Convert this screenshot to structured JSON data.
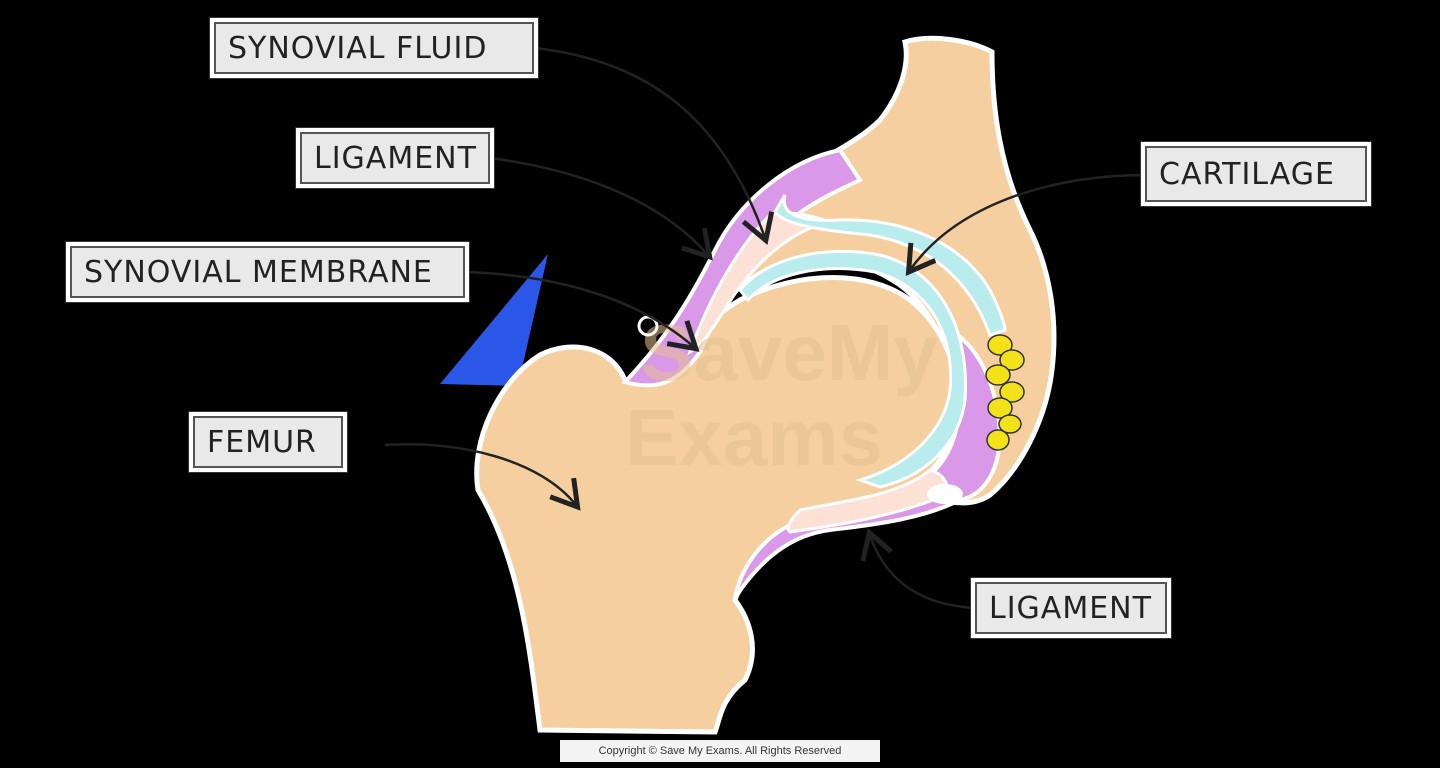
{
  "diagram": {
    "labels": {
      "synovial_fluid": "SYNOVIAL FLUID",
      "ligament_top": "LIGAMENT",
      "synovial_membrane": "SYNOVIAL MEMBRANE",
      "femur": "FEMUR",
      "cartilage": "CARTILAGE",
      "ligament_bottom": "LIGAMENT"
    },
    "watermark_line1": "SaveMy",
    "watermark_line2": "Exams",
    "credit": "Copyright © Save My Exams. All Rights Reserved"
  },
  "colors": {
    "background": "#000000",
    "bone": "#f5cf9f",
    "ligament": "#d999e8",
    "cartilage": "#b9ecec",
    "synovial_fluid": "#fde1d6",
    "fat_pad": "#f3e21a",
    "marker": "#2a57e8",
    "label_fill": "#e9e9e9"
  }
}
